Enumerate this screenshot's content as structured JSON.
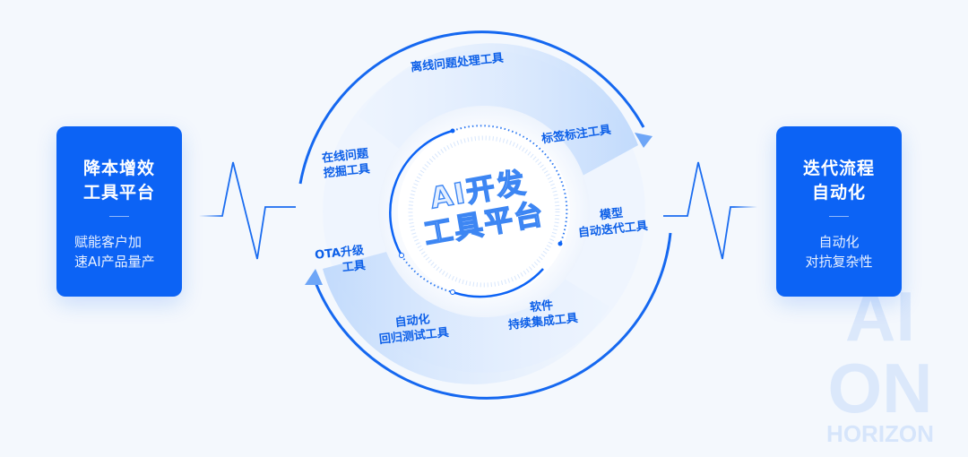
{
  "left_card": {
    "title_lines": [
      "降本增效",
      "工具平台"
    ],
    "subtitle_lines": [
      "赋能客户加",
      "速AI产品量产"
    ]
  },
  "right_card": {
    "title_lines": [
      "迭代流程",
      "自动化"
    ],
    "subtitle_lines": [
      "自动化",
      "对抗复杂性"
    ]
  },
  "center": {
    "title_lines": [
      "AI开发",
      "工具平台"
    ]
  },
  "cycle_tools": [
    {
      "id": "offline-issue",
      "lines": [
        "离线问题处理工具"
      ]
    },
    {
      "id": "labeling",
      "lines": [
        "标签标注工具"
      ]
    },
    {
      "id": "model-iteration",
      "lines": [
        "模型",
        "自动迭代工具"
      ]
    },
    {
      "id": "software-ci",
      "lines": [
        "软件",
        "持续集成工具"
      ]
    },
    {
      "id": "regression-test",
      "lines": [
        "自动化",
        "回归测试工具"
      ]
    },
    {
      "id": "ota-upgrade",
      "lines": [
        "OTA升级",
        "工具"
      ]
    },
    {
      "id": "online-issue",
      "lines": [
        "在线问题",
        "挖掘工具"
      ]
    }
  ],
  "watermark": {
    "lines": [
      "AI",
      "ON",
      "HORIZON"
    ]
  },
  "colors": {
    "primary": "#0c63f5",
    "label": "#0c5fe8",
    "background": "#f4f8fd",
    "band": "#cfe2fd",
    "watermark": "#dbe8fb"
  }
}
